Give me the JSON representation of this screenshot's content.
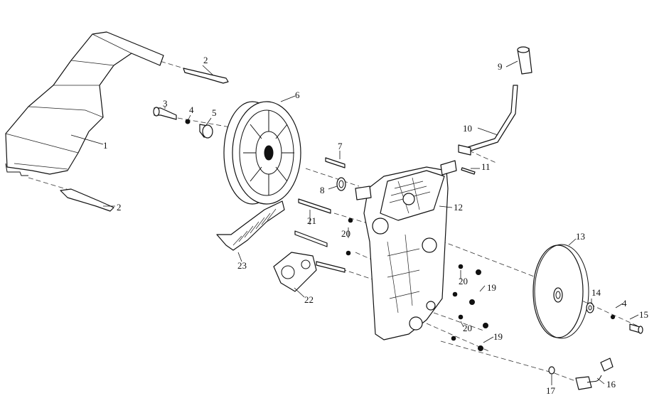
{
  "diagram": {
    "callouts": [
      {
        "id": "c1",
        "text": "1"
      },
      {
        "id": "c2a",
        "text": "2"
      },
      {
        "id": "c2b",
        "text": "2"
      },
      {
        "id": "c3",
        "text": "3"
      },
      {
        "id": "c4a",
        "text": "4"
      },
      {
        "id": "c4b",
        "text": "4"
      },
      {
        "id": "c5",
        "text": "5"
      },
      {
        "id": "c6",
        "text": "6"
      },
      {
        "id": "c7",
        "text": "7"
      },
      {
        "id": "c8",
        "text": "8"
      },
      {
        "id": "c9",
        "text": "9"
      },
      {
        "id": "c10",
        "text": "10"
      },
      {
        "id": "c11",
        "text": "11"
      },
      {
        "id": "c12",
        "text": "12"
      },
      {
        "id": "c13",
        "text": "13"
      },
      {
        "id": "c14",
        "text": "14"
      },
      {
        "id": "c15",
        "text": "15"
      },
      {
        "id": "c16",
        "text": "16"
      },
      {
        "id": "c17",
        "text": "17"
      },
      {
        "id": "c19a",
        "text": "19"
      },
      {
        "id": "c19b",
        "text": "19"
      },
      {
        "id": "c20a",
        "text": "20"
      },
      {
        "id": "c20b",
        "text": "20"
      },
      {
        "id": "c20c",
        "text": "20"
      },
      {
        "id": "c21",
        "text": "21"
      },
      {
        "id": "c22",
        "text": "22"
      },
      {
        "id": "c23",
        "text": "23"
      }
    ]
  }
}
